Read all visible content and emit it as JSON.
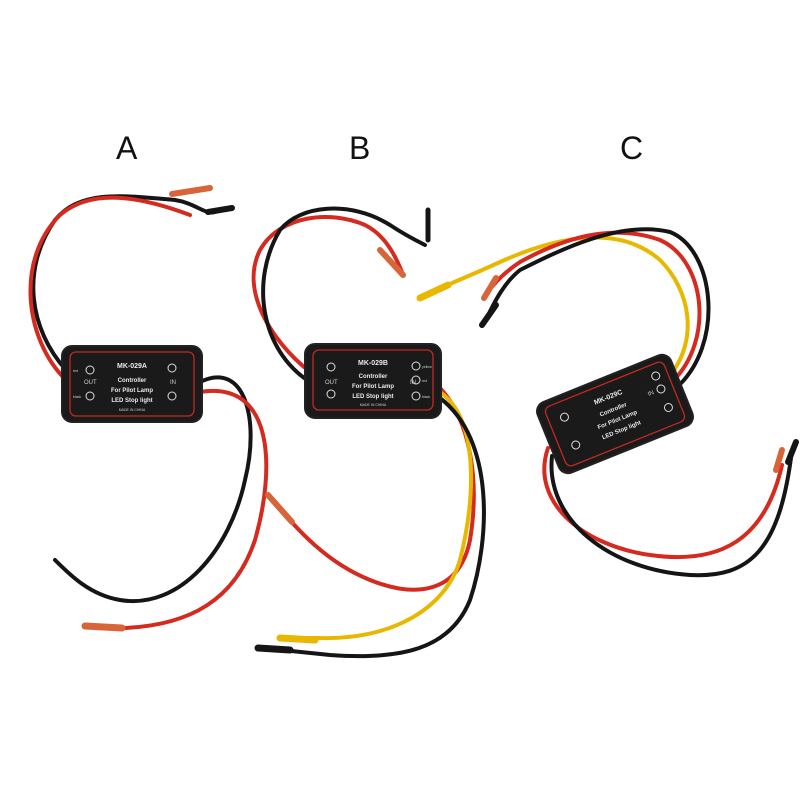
{
  "labels": {
    "a": "A",
    "b": "B",
    "c": "C"
  },
  "modules": [
    {
      "model": "MK-029A",
      "line1": "Controller",
      "line2": "For Pilot Lamp",
      "line3": "LED Stop light",
      "out": "OUT",
      "in": "IN",
      "made": "MADE IN CHINA",
      "red": "red",
      "black": "black"
    },
    {
      "model": "MK-029B",
      "line1": "Controller",
      "line2": "For Pilot Lamp",
      "line3": "LED Stop light",
      "out": "OUT",
      "in": "IN",
      "made": "MADE IN CHINA",
      "red": "red",
      "black": "black",
      "yellow": "yellow"
    },
    {
      "model": "MK-029C",
      "line1": "Controller",
      "line2": "For Pilot Lamp",
      "line3": "LED Stop light",
      "in": "IN"
    }
  ],
  "colors": {
    "red_wire": "#d42a1f",
    "black_wire": "#151515",
    "yellow_wire": "#e8b800",
    "copper": "#d8653a",
    "box": "#1a1a1a",
    "box_border": "#c02a22"
  }
}
